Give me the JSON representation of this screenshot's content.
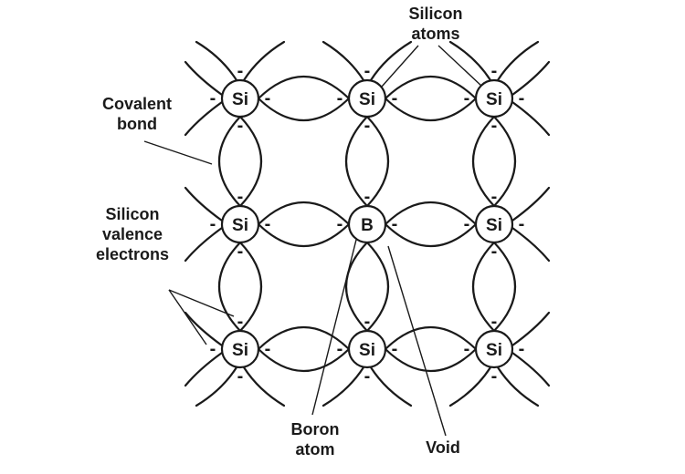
{
  "labels": {
    "silicon_atoms": [
      "Silicon",
      "atoms"
    ],
    "covalent_bond": [
      "Covalent",
      "bond"
    ],
    "silicon_valence_electrons": [
      "Silicon",
      "valence",
      "electrons"
    ],
    "boron_atom": [
      "Boron",
      "atom"
    ],
    "void": "Void"
  },
  "lattice": {
    "rows": [
      [
        "Si",
        "Si",
        "Si"
      ],
      [
        "Si",
        "B",
        "Si"
      ],
      [
        "Si",
        "Si",
        "Si"
      ]
    ],
    "electron_symbol": "-"
  },
  "colors": {
    "line": "#1a1a1a",
    "background": "#ffffff"
  }
}
